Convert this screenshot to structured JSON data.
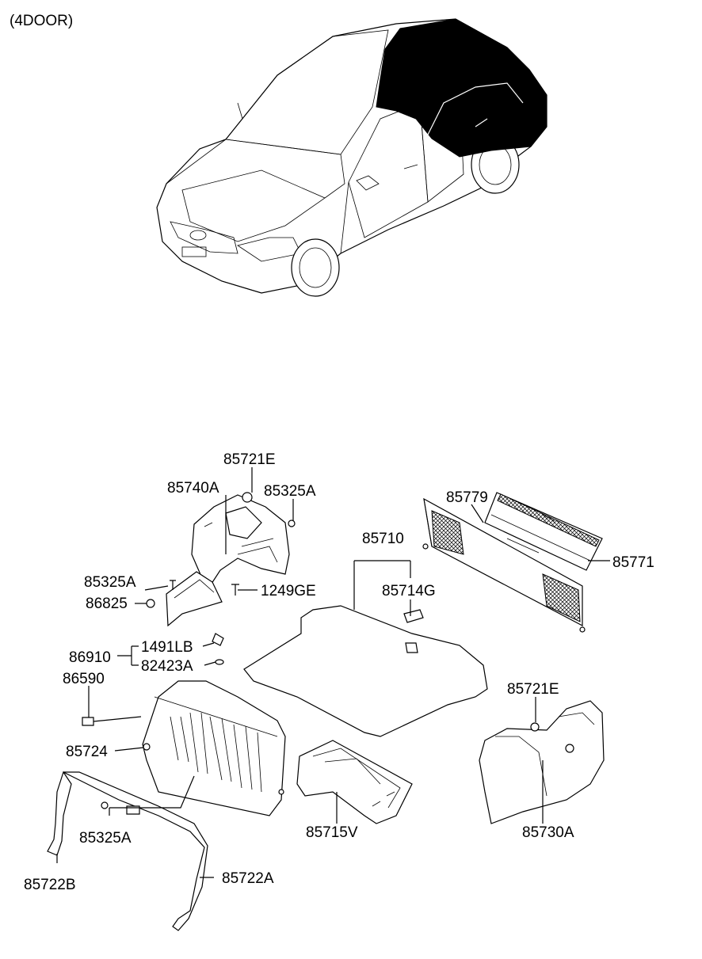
{
  "variant": "(4DOOR)",
  "labels": {
    "p85721E_top": "85721E",
    "p85740A": "85740A",
    "p85325A_top": "85325A",
    "p85779": "85779",
    "p85771": "85771",
    "p85710": "85710",
    "p85714G": "85714G",
    "p85325A_left": "85325A",
    "p1249GE": "1249GE",
    "p86825": "86825",
    "p1491LB": "1491LB",
    "p86910": "86910",
    "p82423A": "82423A",
    "p86590": "86590",
    "p85721E_right": "85721E",
    "p85724": "85724",
    "p85325A_bottom": "85325A",
    "p85715V": "85715V",
    "p85730A": "85730A",
    "p85722B": "85722B",
    "p85722A": "85722A"
  }
}
